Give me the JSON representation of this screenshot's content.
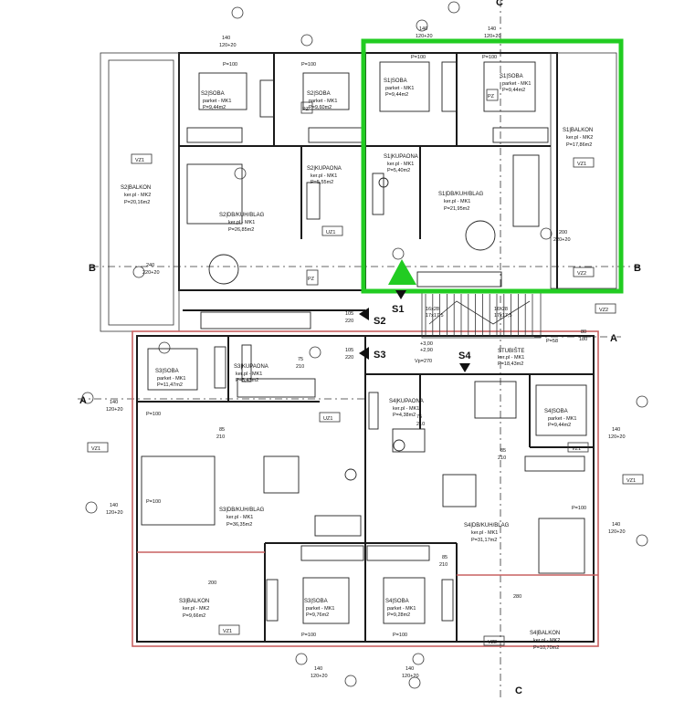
{
  "highlight": {
    "color": "#22cc22"
  },
  "section_marks": {
    "top_c": "C",
    "bottom_c": "C",
    "left_b": "B",
    "right_b": "B",
    "left_a": "A",
    "right_a": "A"
  },
  "units": {
    "s1_soba_a": "S1|SOBA",
    "s1_soba_a_floor": "parket - MK1",
    "s1_soba_a_area": "P=9,44m2",
    "s1_soba_b": "S1|SOBA",
    "s1_soba_b_floor": "parket - MK1",
    "s1_soba_b_area": "P=9,44m2",
    "s1_kup": "S1|KUPAONA",
    "s1_kup_floor": "ker.pl - MK1",
    "s1_kup_area": "P=5,40m2",
    "s1_dn": "S1|DB/KUH/BLAG",
    "s1_dn_floor": "ker.pl - MK1",
    "s1_dn_area": "P=21,95m2",
    "s1_balkon": "S1|BALKON",
    "s1_balkon_floor": "ker.pl - MK2",
    "s1_balkon_area": "P=17,86m2",
    "s2_soba_a": "S2|SOBA",
    "s2_soba_a_floor": "parket - MK1",
    "s2_soba_a_area": "P=9,44m2",
    "s2_soba_b": "S2|SOBA",
    "s2_soba_b_floor": "parket - MK1",
    "s2_soba_b_area": "P=9,60m2",
    "s2_kup": "S2|KUPAONA",
    "s2_kup_floor": "ker.pl - MK1",
    "s2_kup_area": "P=5,55m2",
    "s2_dn": "S2|DB/KUH/BLAG",
    "s2_dn_floor": "ker.pl - MK1",
    "s2_dn_area": "P=26,85m2",
    "s2_balkon": "S2|BALKON",
    "s2_balkon_floor": "ker.pl - MK2",
    "s2_balkon_area": "P=20,16m2",
    "s3_soba_a": "S3|SOBA",
    "s3_soba_a_floor": "parket - MK1",
    "s3_soba_a_area": "P=11,47m2",
    "s3_kup": "S3|KUPAONA",
    "s3_kup_floor": "ker.pl - MK1",
    "s3_kup_area": "P=5,43m2",
    "s3_dn": "S3|DB/KUH/BLAG",
    "s3_dn_floor": "ker.pl - MK1",
    "s3_dn_area": "P=36,35m2",
    "s3_soba_b": "S3|SOBA",
    "s3_soba_b_floor": "parket - MK1",
    "s3_soba_b_area": "P=9,76m2",
    "s3_balkon": "S3|BALKON",
    "s3_balkon_floor": "ker.pl - MK2",
    "s3_balkon_area": "P=9,66m2",
    "s4_kup": "S4|KUPAONA",
    "s4_kup_floor": "ker.pl - MK1",
    "s4_kup_area": "P=4,38m2",
    "s4_soba_a": "S4|SOBA",
    "s4_soba_a_floor": "parket - MK1",
    "s4_soba_a_area": "P=9,44m2",
    "s4_dn": "S4|DB/KUH/BLAG",
    "s4_dn_floor": "ker.pl - MK1",
    "s4_dn_area": "P=31,17m2",
    "s4_soba_b": "S4|SOBA",
    "s4_soba_b_floor": "parket - MK1",
    "s4_soba_b_area": "P=9,28m2",
    "s4_balkon": "S4|BALKON",
    "s4_balkon_floor": "ker.pl - MK2",
    "s4_balkon_area": "P=10,70m2",
    "stubiste": "STUBIŠTE",
    "stubiste_floor": "ker.pl - MK1",
    "stubiste_area": "P=18,43m2"
  },
  "entries": {
    "s1": "S1",
    "s2": "S2",
    "s3": "S3",
    "s4": "S4"
  },
  "stairs": {
    "left": "16x28",
    "left_b": "17x17,5",
    "right": "16x28",
    "right_b": "17x17,5",
    "lvl1": "+3,00",
    "lvl2": "+2,90",
    "vp": "Vp=270",
    "p58": "P=58"
  },
  "tags": {
    "vz1": "VZ1",
    "vz2": "VZ2",
    "uz1": "UZ1",
    "uz3": "UZ3",
    "pz": "PZ"
  },
  "dims": {
    "d140": "140",
    "d120_20": "120+20",
    "d210": "210",
    "d85": "85",
    "d75": "75",
    "d105": "105",
    "d220": "220",
    "d200": "200",
    "d220_20": "220+20",
    "d240": "240",
    "d80": "80",
    "d180": "180",
    "d280": "280",
    "p100": "P=100"
  }
}
